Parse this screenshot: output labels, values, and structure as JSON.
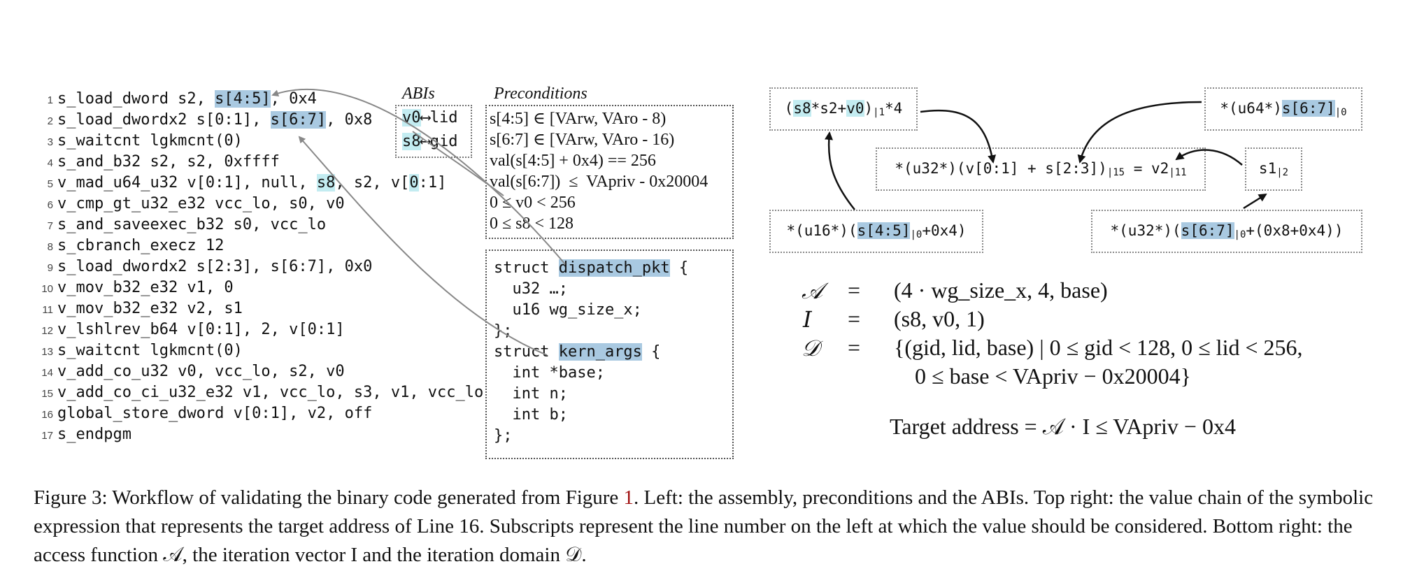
{
  "assembly": [
    {
      "n": "1",
      "segs": [
        {
          "t": "s_load_dword s2, "
        },
        {
          "t": "s[4:5]",
          "h": "b"
        },
        {
          "t": ", 0x4"
        }
      ]
    },
    {
      "n": "2",
      "segs": [
        {
          "t": "s_load_dwordx2 s[0:1], "
        },
        {
          "t": "s[6:7]",
          "h": "b"
        },
        {
          "t": ", 0x8"
        }
      ]
    },
    {
      "n": "3",
      "segs": [
        {
          "t": "s_waitcnt lgkmcnt(0)"
        }
      ]
    },
    {
      "n": "4",
      "segs": [
        {
          "t": "s_and_b32 s2, s2, 0xffff"
        }
      ]
    },
    {
      "n": "5",
      "segs": [
        {
          "t": "v_mad_u64_u32 v[0:1], null, "
        },
        {
          "t": "s8",
          "h": "c"
        },
        {
          "t": ", s2, v["
        },
        {
          "t": "0",
          "h": "c"
        },
        {
          "t": ":1]"
        }
      ]
    },
    {
      "n": "6",
      "segs": [
        {
          "t": "v_cmp_gt_u32_e32 vcc_lo, s0, v0"
        }
      ]
    },
    {
      "n": "7",
      "segs": [
        {
          "t": "s_and_saveexec_b32 s0, vcc_lo"
        }
      ]
    },
    {
      "n": "8",
      "segs": [
        {
          "t": "s_cbranch_execz 12"
        }
      ]
    },
    {
      "n": "9",
      "segs": [
        {
          "t": "s_load_dwordx2 s[2:3], s[6:7], 0x0"
        }
      ]
    },
    {
      "n": "10",
      "segs": [
        {
          "t": "v_mov_b32_e32 v1, 0"
        }
      ]
    },
    {
      "n": "11",
      "segs": [
        {
          "t": "v_mov_b32_e32 v2, s1"
        }
      ]
    },
    {
      "n": "12",
      "segs": [
        {
          "t": "v_lshlrev_b64 v[0:1], 2, v[0:1]"
        }
      ]
    },
    {
      "n": "13",
      "segs": [
        {
          "t": "s_waitcnt lgkmcnt(0)"
        }
      ]
    },
    {
      "n": "14",
      "segs": [
        {
          "t": "v_add_co_u32 v0, vcc_lo, s2, v0"
        }
      ]
    },
    {
      "n": "15",
      "segs": [
        {
          "t": "v_add_co_ci_u32_e32 v1, vcc_lo, s3, v1, vcc_lo"
        }
      ]
    },
    {
      "n": "16",
      "segs": [
        {
          "t": "global_store_dword v[0:1], v2, off"
        }
      ]
    },
    {
      "n": "17",
      "segs": [
        {
          "t": "s_endpgm"
        }
      ]
    }
  ],
  "abis": {
    "title": "ABIs",
    "rows": [
      {
        "reg": "v0",
        "arrow": "⟷",
        "name": "lid"
      },
      {
        "reg": "s8",
        "arrow": "⟷",
        "name": "gid"
      }
    ]
  },
  "preconditions": {
    "title": "Preconditions",
    "lines": [
      "s[4:5] ∈ [VArw, VAro - 8)",
      "s[6:7] ∈ [VArw, VAro - 16)",
      "val(s[4:5] + 0x4) == 256",
      "val(s[6:7])  ≤  VApriv - 0x20004",
      "0 ≤ v0 < 256",
      "0 ≤ s8 < 128"
    ]
  },
  "structs": [
    {
      "segs": [
        {
          "t": "struct "
        },
        {
          "t": "dispatch_pkt",
          "h": "b"
        },
        {
          "t": " {"
        }
      ]
    },
    {
      "segs": [
        {
          "t": "  u32 …;"
        }
      ]
    },
    {
      "segs": [
        {
          "t": "  u16 wg_size_x;"
        }
      ]
    },
    {
      "segs": [
        {
          "t": "};"
        }
      ]
    },
    {
      "segs": [
        {
          "t": "struct "
        },
        {
          "t": "kern_args",
          "h": "b"
        },
        {
          "t": " {"
        }
      ]
    },
    {
      "segs": [
        {
          "t": "  int *base;"
        }
      ]
    },
    {
      "segs": [
        {
          "t": "  int n;"
        }
      ]
    },
    {
      "segs": [
        {
          "t": "  int b;"
        }
      ]
    },
    {
      "segs": [
        {
          "t": "};"
        }
      ]
    }
  ],
  "value_chain": {
    "box1": {
      "segs": [
        {
          "t": "("
        },
        {
          "t": "s8",
          "h": "c"
        },
        {
          "t": "*s2+"
        },
        {
          "t": "v0",
          "h": "c"
        },
        {
          "t": ")"
        },
        {
          "t": "|1",
          "sub": true
        },
        {
          "t": "*4"
        }
      ]
    },
    "box2": {
      "segs": [
        {
          "t": "*(u64*)"
        },
        {
          "t": "s[6:7]",
          "h": "b"
        },
        {
          "t": "|0",
          "sub": true
        }
      ]
    },
    "box3": {
      "segs": [
        {
          "t": "*(u32*)(v[0:1] + s[2:3])"
        },
        {
          "t": "|15",
          "sub": true
        },
        {
          "t": " = v2"
        },
        {
          "t": "|11",
          "sub": true
        }
      ]
    },
    "box4": {
      "segs": [
        {
          "t": "s1"
        },
        {
          "t": "|2",
          "sub": true
        }
      ]
    },
    "box5": {
      "segs": [
        {
          "t": "*(u16*)("
        },
        {
          "t": "s[4:5]",
          "h": "b"
        },
        {
          "t": "|0",
          "sub": true
        },
        {
          "t": "+0x4)"
        }
      ]
    },
    "box6": {
      "segs": [
        {
          "t": "*(u32*)("
        },
        {
          "t": "s[6:7]",
          "h": "b"
        },
        {
          "t": "|0",
          "sub": true
        },
        {
          "t": "+(0x8+0x4))"
        }
      ]
    }
  },
  "access_function": {
    "eq": "=",
    "A": {
      "sym": "𝒜",
      "rhs": "(4 · wg_size_x, 4, base)"
    },
    "I": {
      "sym": "I",
      "rhs": "(s8, v0, 1)"
    },
    "D": {
      "sym": "𝒟",
      "rhs": "{(gid, lid, base) | 0 ≤ gid < 128, 0 ≤ lid < 256,",
      "rhs2": "0 ≤ base < VApriv − 0x20004}"
    },
    "target": "Target address = 𝒜 · I ≤ VApriv − 0x4"
  },
  "caption": {
    "pre": "Figure 3: Workflow of validating the binary code generated from Figure ",
    "ref": "1",
    "post": ". Left: the assembly, preconditions and the ABIs. Top right: the value chain of the symbolic expression that represents the target address of Line 16. Subscripts represent the line number on the left at which the value should be considered. Bottom right: the access function 𝒜, the iteration vector I and the iteration domain 𝒟."
  }
}
